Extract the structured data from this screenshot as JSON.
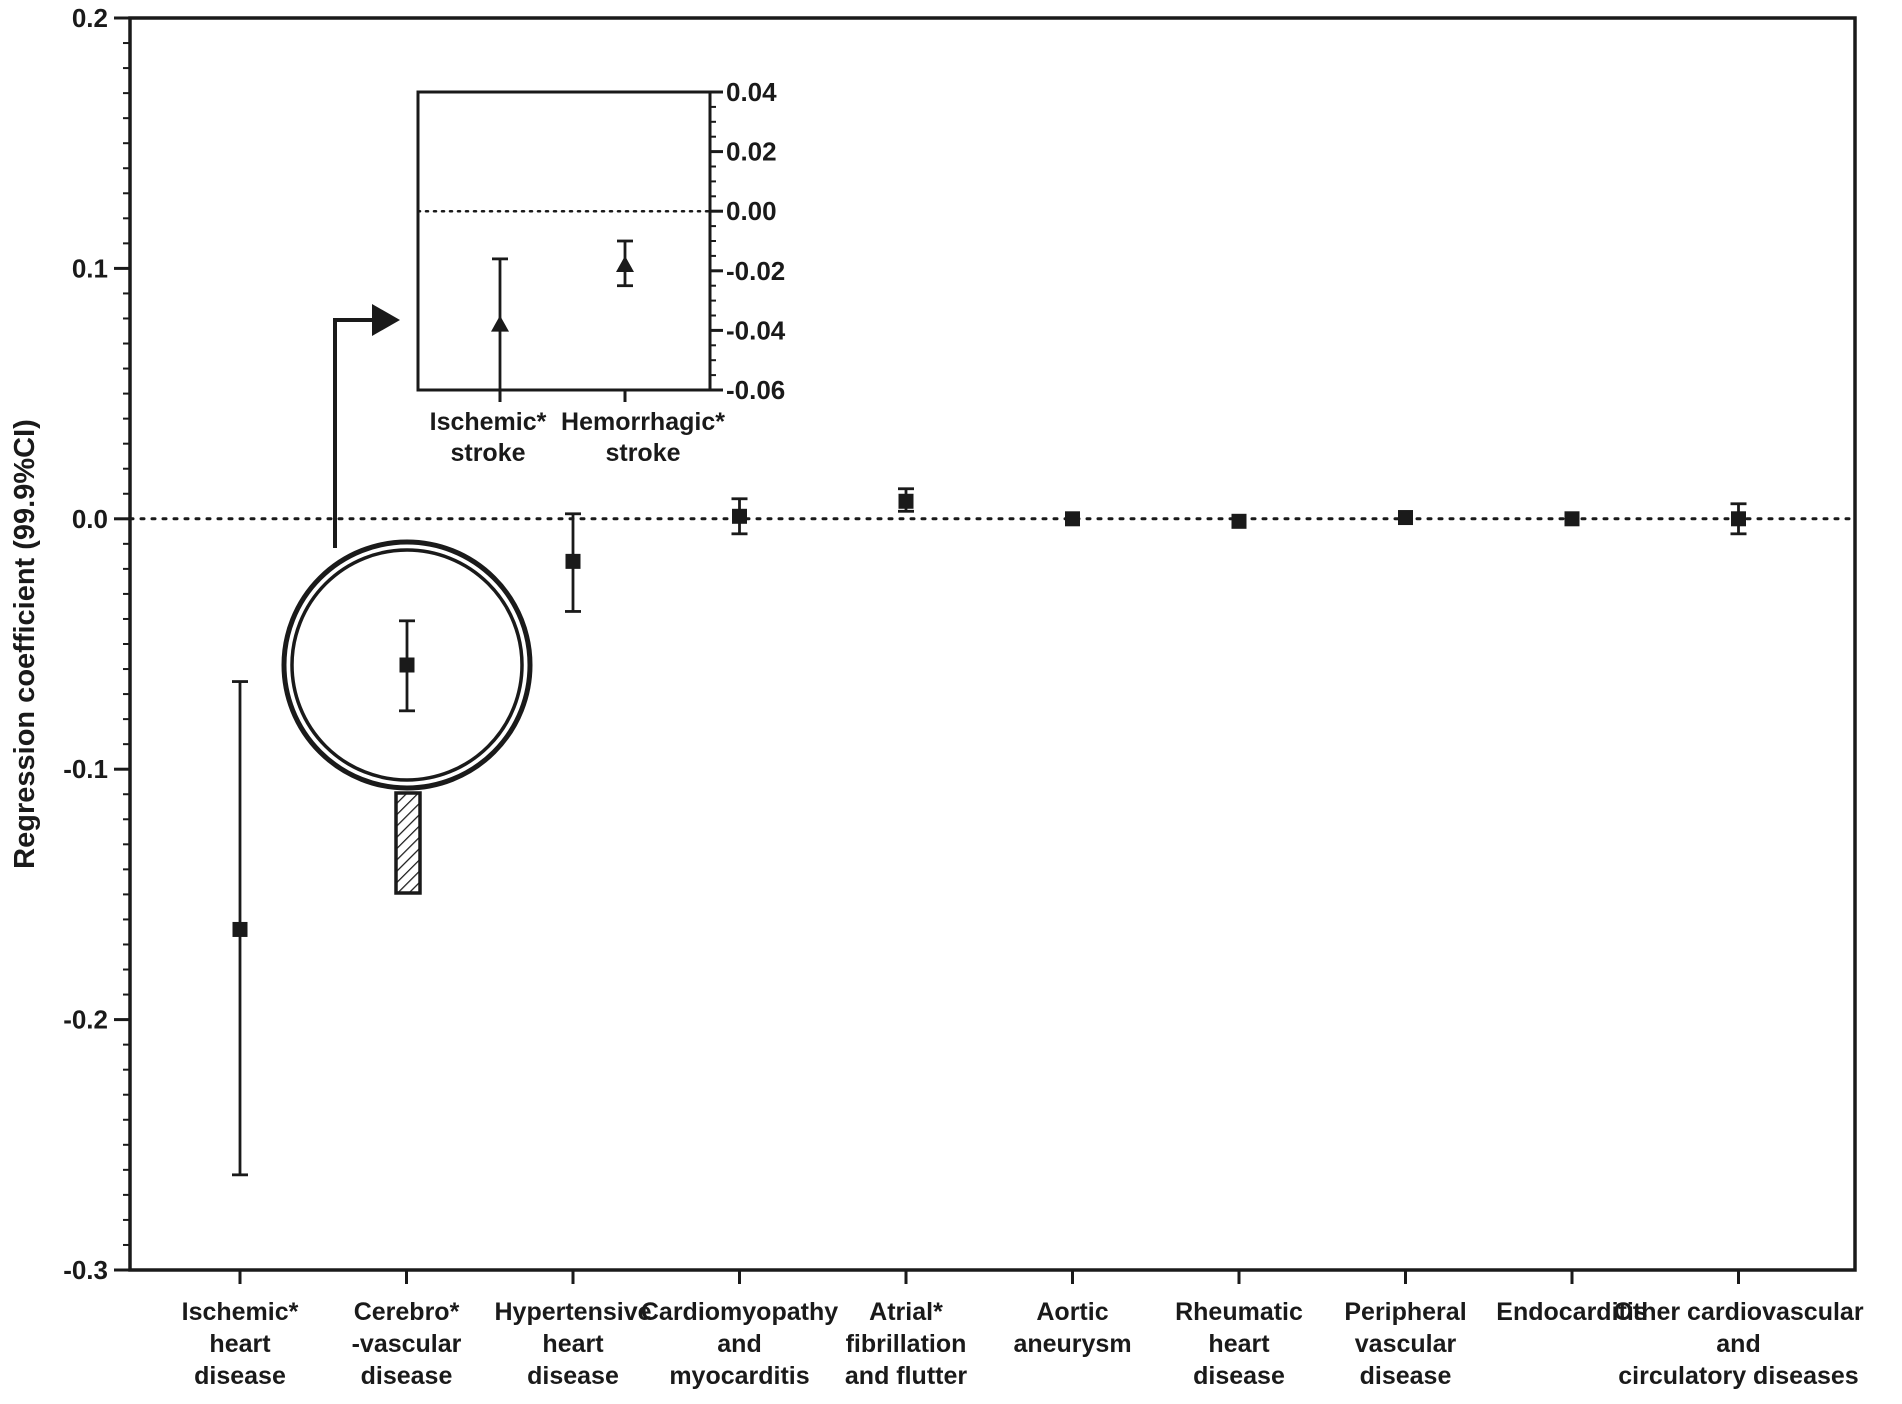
{
  "chart_data": [
    {
      "type": "scatter",
      "ylabel": "Regression coefficient (99.9%CI)",
      "ylim": [
        -0.3,
        0.2
      ],
      "yticks": [
        -0.3,
        -0.2,
        -0.1,
        0.0,
        0.1,
        0.2
      ],
      "ytick_labels": [
        "-0.3",
        "-0.2",
        "-0.1",
        "0.0",
        "0.1",
        "0.2"
      ],
      "reference_line": 0,
      "marker": "square",
      "categories": [
        [
          "Ischemic*",
          "heart",
          "disease"
        ],
        [
          "Cerebro*",
          "-vascular",
          "disease"
        ],
        [
          "Hypertensive",
          "heart",
          "disease"
        ],
        [
          "Cardiomyopathy",
          "and",
          "myocarditis"
        ],
        [
          "Atrial*",
          "fibrillation",
          "and flutter"
        ],
        [
          "Aortic",
          "aneurysm"
        ],
        [
          "Rheumatic",
          "heart",
          "disease"
        ],
        [
          "Peripheral",
          "vascular",
          "disease"
        ],
        [
          "Endocarditis"
        ],
        [
          "Other cardiovascular",
          "and",
          "circulatory diseases"
        ]
      ],
      "points": [
        {
          "y": -0.164,
          "low": -0.262,
          "high": -0.065
        },
        {
          "y": -0.055,
          "low": -0.083,
          "high": -0.028,
          "magnified": true
        },
        {
          "y": -0.017,
          "low": -0.037,
          "high": 0.002
        },
        {
          "y": 0.001,
          "low": -0.006,
          "high": 0.008
        },
        {
          "y": 0.007,
          "low": 0.003,
          "high": 0.012
        },
        {
          "y": 0.0,
          "low": 0.0,
          "high": 0.0
        },
        {
          "y": -0.001,
          "low": -0.001,
          "high": -0.001
        },
        {
          "y": 0.0005,
          "low": 0.0005,
          "high": 0.0005
        },
        {
          "y": 0.0,
          "low": 0.0,
          "high": 0.0
        },
        {
          "y": 0.0,
          "low": -0.006,
          "high": 0.006
        }
      ]
    },
    {
      "type": "scatter",
      "inset": true,
      "ylim": [
        -0.06,
        0.04
      ],
      "yticks": [
        -0.06,
        -0.04,
        -0.02,
        0.0,
        0.02,
        0.04
      ],
      "ytick_labels": [
        "-0.06",
        "-0.04",
        "-0.02",
        "0.00",
        "0.02",
        "0.04"
      ],
      "reference_line": 0,
      "marker": "triangle",
      "categories": [
        [
          "Ischemic*",
          "stroke"
        ],
        [
          "Hemorrhagic*",
          "stroke"
        ]
      ],
      "points": [
        {
          "y": -0.038,
          "low": -0.06,
          "high": -0.016
        },
        {
          "y": -0.018,
          "low": -0.025,
          "high": -0.01
        }
      ]
    }
  ],
  "colors": {
    "ink": "#1a1a1a",
    "background": "#ffffff"
  }
}
